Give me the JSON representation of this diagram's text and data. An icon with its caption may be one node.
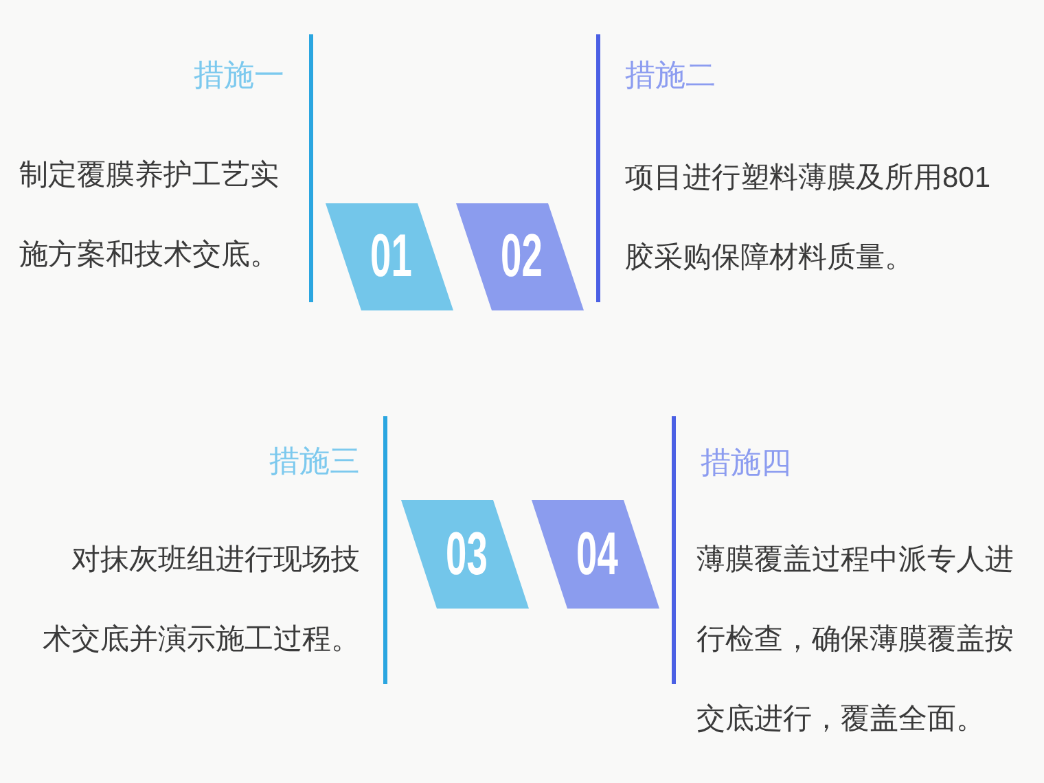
{
  "diagram": {
    "nodes": [
      {
        "text": [
          "01"
        ],
        "beside": [
          "措施一",
          "制定覆膜养护工艺实施方案和技术交底。"
        ]
      },
      {
        "text": [
          "02"
        ],
        "beside": [
          "措施二",
          "项目进行塑料薄膜及所用801胶采购保障材料质量。"
        ]
      },
      {
        "text": [
          "03"
        ],
        "beside": [
          "措施三",
          "对抹灰班组进行现场技术交底并演示施工过程。"
        ]
      },
      {
        "text": [
          "04"
        ],
        "beside": [
          "措施四",
          "薄膜覆盖过程中派专人进行检查，确保薄膜覆盖按交底进行，覆盖全面。"
        ]
      }
    ]
  }
}
